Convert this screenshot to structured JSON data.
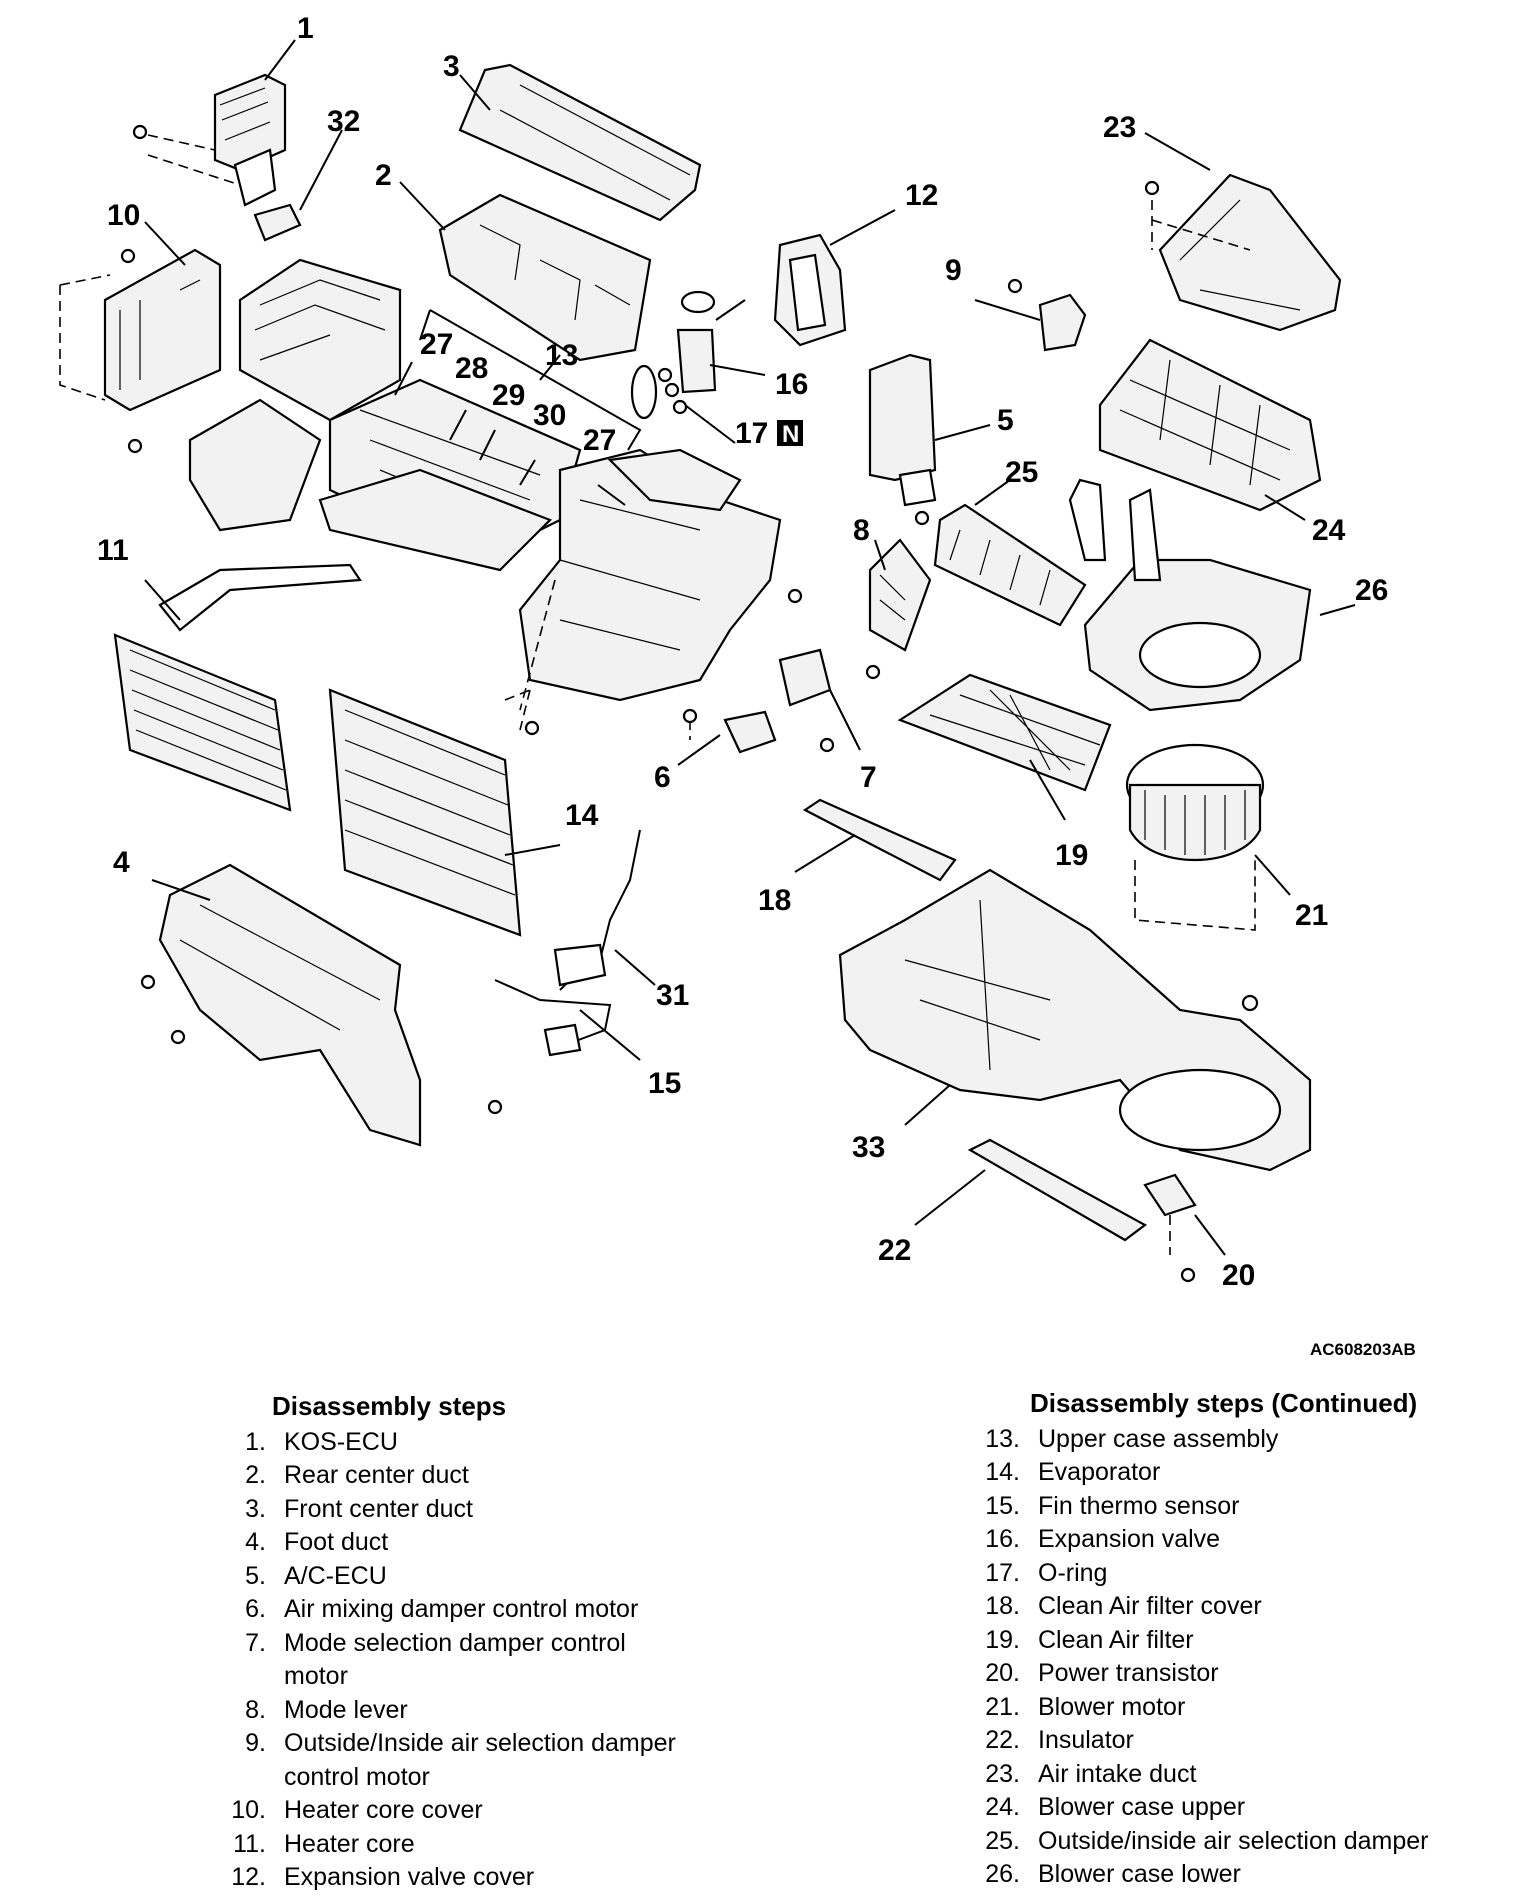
{
  "diagram": {
    "code": "AC608203AB",
    "callouts": [
      "1",
      "2",
      "3",
      "4",
      "5",
      "6",
      "7",
      "8",
      "9",
      "10",
      "11",
      "12",
      "13",
      "14",
      "15",
      "16",
      "17",
      "18",
      "19",
      "20",
      "21",
      "22",
      "23",
      "24",
      "25",
      "26",
      "27",
      "27",
      "28",
      "29",
      "30",
      "31",
      "32",
      "33"
    ],
    "special_mark": "N"
  },
  "steps_left": {
    "heading": "Disassembly steps",
    "items": [
      {
        "num": "1.",
        "label": "KOS-ECU"
      },
      {
        "num": "2.",
        "label": "Rear center duct"
      },
      {
        "num": "3.",
        "label": "Front center duct"
      },
      {
        "num": "4.",
        "label": "Foot duct"
      },
      {
        "num": "5.",
        "label": "A/C-ECU"
      },
      {
        "num": "6.",
        "label": "Air mixing damper control motor"
      },
      {
        "num": "7.",
        "label": "Mode selection damper control"
      },
      {
        "num": "",
        "label": "motor"
      },
      {
        "num": "8.",
        "label": "Mode lever"
      },
      {
        "num": "9.",
        "label": "Outside/Inside air selection damper"
      },
      {
        "num": "",
        "label": "control motor"
      },
      {
        "num": "10.",
        "label": "Heater core cover"
      },
      {
        "num": "11.",
        "label": "Heater core"
      },
      {
        "num": "12.",
        "label": "Expansion valve cover"
      }
    ]
  },
  "steps_right": {
    "heading": "Disassembly steps (Continued)",
    "items": [
      {
        "num": "13.",
        "label": "Upper case assembly"
      },
      {
        "num": "14.",
        "label": "Evaporator"
      },
      {
        "num": "15.",
        "label": "Fin thermo sensor"
      },
      {
        "num": "16.",
        "label": "Expansion valve"
      },
      {
        "num": "17.",
        "label": "O-ring"
      },
      {
        "num": "18.",
        "label": "Clean Air filter cover"
      },
      {
        "num": "19.",
        "label": "Clean Air filter"
      },
      {
        "num": "20.",
        "label": "Power transistor"
      },
      {
        "num": "21.",
        "label": "Blower motor"
      },
      {
        "num": "22.",
        "label": "Insulator"
      },
      {
        "num": "23.",
        "label": "Air intake duct"
      },
      {
        "num": "24.",
        "label": "Blower case upper"
      },
      {
        "num": "25.",
        "label": "Outside/inside air selection damper"
      },
      {
        "num": "26.",
        "label": "Blower case lower"
      }
    ]
  }
}
